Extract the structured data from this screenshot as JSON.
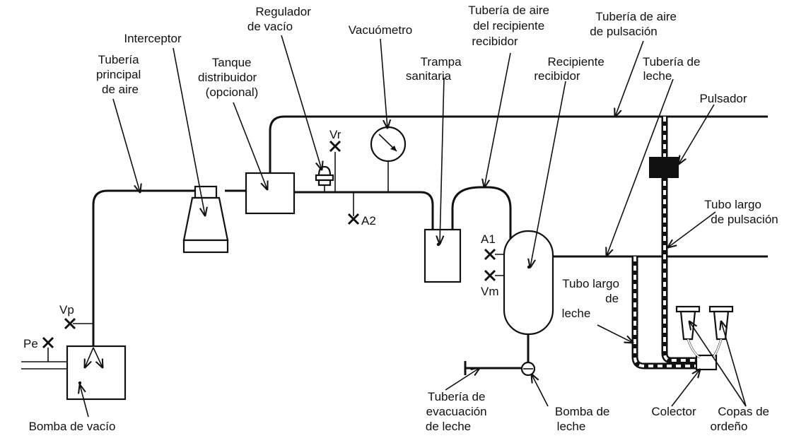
{
  "labels": {
    "tuberia_principal": [
      "Tubería",
      "principal",
      "de aire"
    ],
    "interceptor": [
      "Interceptor"
    ],
    "regulador": [
      "Regulador",
      "de vacío"
    ],
    "tanque": [
      "Tanque",
      "distribuidor",
      "(opcional)"
    ],
    "vacuometro": [
      "Vacuómetro"
    ],
    "tuberia_aire_recipiente": [
      "Tubería de aire",
      "del recipiente",
      "recibidor"
    ],
    "trampa": [
      "Trampa",
      "sanitaria"
    ],
    "tuberia_pulsacion": [
      "Tubería de aire",
      "de pulsación"
    ],
    "recipiente": [
      "Recipiente",
      "recibidor"
    ],
    "tuberia_leche": [
      "Tubería de",
      "leche"
    ],
    "pulsador": [
      "Pulsador"
    ],
    "tubo_largo_pulsacion": [
      "Tubo largo",
      "de pulsación"
    ],
    "tubo_largo_leche": [
      "Tubo largo",
      "de",
      "leche"
    ],
    "bomba_vacio": [
      "Bomba de vacío"
    ],
    "tuberia_evacuacion": [
      "Tubería de",
      "evacuación",
      "de leche"
    ],
    "bomba_leche": [
      "Bomba de",
      "leche"
    ],
    "colector": [
      "Colector"
    ],
    "copas": [
      "Copas de",
      "ordeño"
    ]
  },
  "valves": {
    "vr": "Vr",
    "a2": "A2",
    "a1": "A1",
    "vm": "Vm",
    "vp": "Vp",
    "pe": "Pe"
  },
  "colors": {
    "line": "#111111",
    "background": "#ffffff",
    "pulsator_fill": "#111111"
  }
}
